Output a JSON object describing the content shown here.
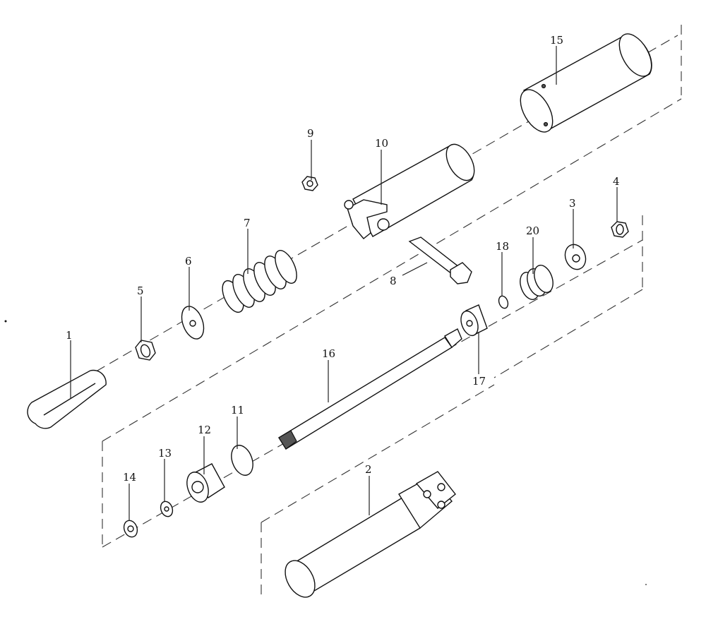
{
  "callouts": [
    {
      "id": "1",
      "label": "1"
    },
    {
      "id": "2",
      "label": "2"
    },
    {
      "id": "3",
      "label": "3"
    },
    {
      "id": "4",
      "label": "4"
    },
    {
      "id": "5",
      "label": "5"
    },
    {
      "id": "6",
      "label": "6"
    },
    {
      "id": "7",
      "label": "7"
    },
    {
      "id": "8",
      "label": "8"
    },
    {
      "id": "9",
      "label": "9"
    },
    {
      "id": "10",
      "label": "10"
    },
    {
      "id": "11",
      "label": "11"
    },
    {
      "id": "12",
      "label": "12"
    },
    {
      "id": "13",
      "label": "13"
    },
    {
      "id": "14",
      "label": "14"
    },
    {
      "id": "15",
      "label": "15"
    },
    {
      "id": "16",
      "label": "16"
    },
    {
      "id": "17",
      "label": "17"
    },
    {
      "id": "18",
      "label": "18"
    },
    {
      "id": "20",
      "label": "20"
    }
  ]
}
